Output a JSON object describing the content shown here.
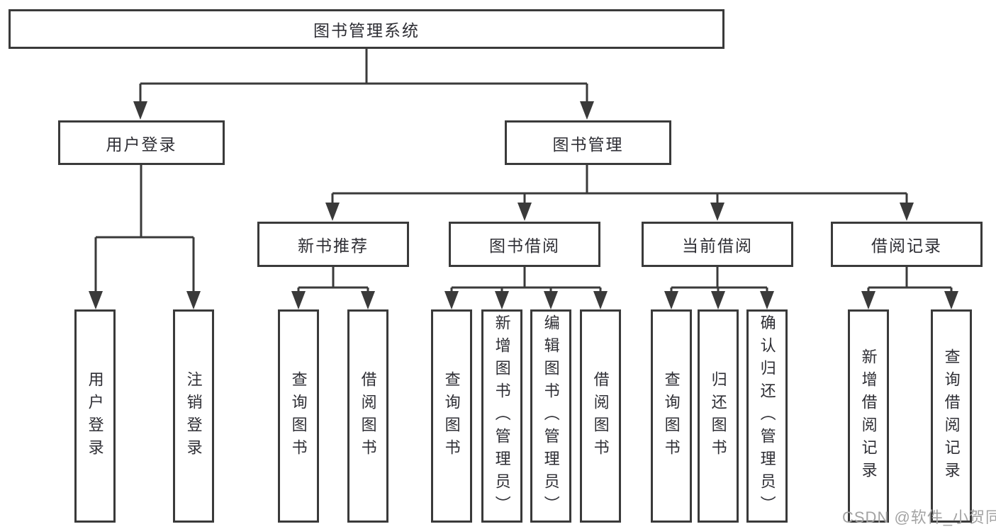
{
  "colors": {
    "background": "#ffffff",
    "line": "#3a3a3a",
    "node_border": "#3a3a3a",
    "node_text": "#2e2e34",
    "watermark_text": "#a3a3a3"
  },
  "diagram": {
    "root": {
      "label": "图书管理系统"
    },
    "branches": [
      {
        "label": "用户登录",
        "children": [
          {
            "label": "用户登录"
          },
          {
            "label": "注销登录"
          }
        ]
      },
      {
        "label": "图书管理",
        "children": [
          {
            "label": "新书推荐",
            "children": [
              {
                "label": "查询图书"
              },
              {
                "label": "借阅图书"
              }
            ]
          },
          {
            "label": "图书借阅",
            "children": [
              {
                "label": "查询图书"
              },
              {
                "label": "新增图书（管理员）"
              },
              {
                "label": "编辑图书（管理员）"
              },
              {
                "label": "借阅图书"
              }
            ]
          },
          {
            "label": "当前借阅",
            "children": [
              {
                "label": "查询图书"
              },
              {
                "label": "归还图书"
              },
              {
                "label": "确认归还（管理员）"
              }
            ]
          },
          {
            "label": "借阅记录",
            "children": [
              {
                "label": "新增借阅记录"
              },
              {
                "label": "查询借阅记录"
              }
            ]
          }
        ]
      }
    ]
  },
  "watermark": {
    "text": "CSDN @软件_小贺同学"
  }
}
